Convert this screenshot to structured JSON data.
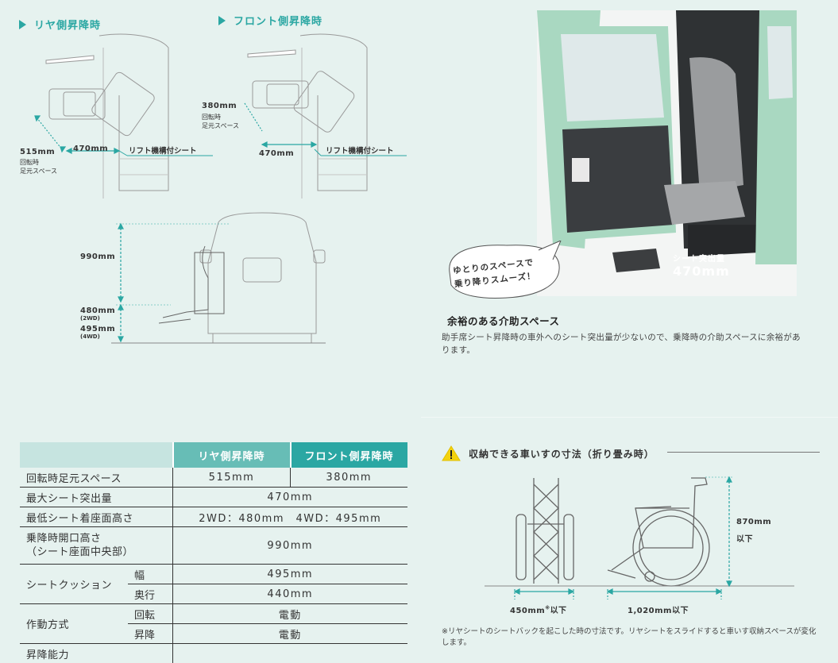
{
  "rear": {
    "title": "リヤ側昇降時",
    "dim_space": "515mm",
    "space_label_1": "回転時",
    "space_label_2": "足元スペース",
    "dim_protrude": "470mm",
    "seat_label": "リフト機構付シート"
  },
  "front": {
    "title": "フロント側昇降時",
    "dim_space": "380mm",
    "space_label_1": "回転時",
    "space_label_2": "足元スペース",
    "dim_protrude": "470mm",
    "seat_label": "リフト機構付シート"
  },
  "rear_view": {
    "height_label": "990mm",
    "h2wd": "480mm",
    "h2wd_note": "(2WD)",
    "h4wd": "495mm",
    "h4wd_note": "(4WD)"
  },
  "photo": {
    "protrude_caption": "シート突出量",
    "protrude_value": "470mm"
  },
  "bubble": {
    "line1": "ゆとりのスペースで",
    "line2": "乗り降りスムーズ！"
  },
  "care": {
    "title": "余裕のある介助スペース",
    "text": "助手席シート昇降時の車外へのシート突出量が少ないので、乗降時の介助スペースに余裕があります。"
  },
  "table": {
    "col_rear": "リヤ側昇降時",
    "col_front": "フロント側昇降時",
    "r1_label": "回転時足元スペース",
    "r1_rear": "515mm",
    "r1_front": "380mm",
    "r2_label": "最大シート突出量",
    "r2_value": "470mm",
    "r3_label": "最低シート着座面高さ",
    "r3_value": "2WD：480mm　4WD：495mm",
    "r4_label_1": "乗降時開口高さ",
    "r4_label_2": "（シート座面中央部）",
    "r4_value": "990mm",
    "r5_label": "シートクッション",
    "r5_sub1": "幅",
    "r5_val1": "495mm",
    "r5_sub2": "奥行",
    "r5_val2": "440mm",
    "r6_label": "作動方式",
    "r6_sub1": "回転",
    "r6_val1": "電動",
    "r6_sub2": "昇降",
    "r6_val2": "電動",
    "r7_label": "昇降能力"
  },
  "wheelchair": {
    "title": "収納できる車いすの寸法（折り畳み時）",
    "height": "870mm",
    "height_suffix": "以下",
    "width": "450mm",
    "width_mark": "※",
    "width_suffix": "以下",
    "length": "1,020mm以下",
    "note": "※リヤシートのシートバックを起こした時の寸法です。リヤシートをスライドすると車いす収納スペースが変化します。"
  },
  "colors": {
    "teal": "#2ba7a3",
    "teal_light": "#67bdb6",
    "bg": "#e6f2ef",
    "car_green": "#a8d7c0"
  }
}
